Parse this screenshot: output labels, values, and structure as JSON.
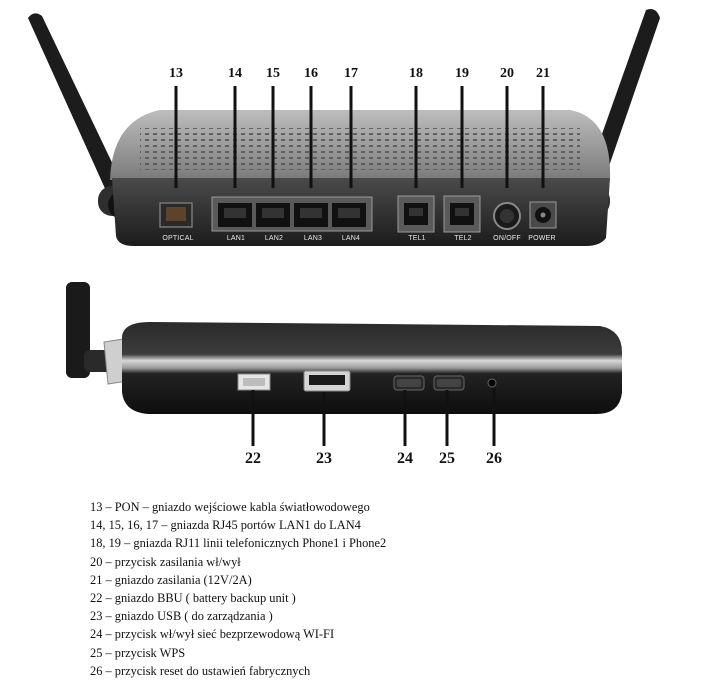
{
  "rear_view": {
    "callouts": [
      "13",
      "14",
      "15",
      "16",
      "17",
      "18",
      "19",
      "20",
      "21"
    ],
    "port_labels": [
      "OPTICAL",
      "LAN1",
      "LAN2",
      "LAN3",
      "LAN4",
      "TEL1",
      "TEL2",
      "ON/OFF",
      "POWER"
    ]
  },
  "side_view": {
    "callouts": [
      "22",
      "23",
      "24",
      "25",
      "26"
    ]
  },
  "legend": [
    "13 – PON – gniazdo wejściowe kabla światłowodowego",
    "14, 15, 16, 17 – gniazda RJ45 portów LAN1 do LAN4",
    "18, 19 – gniazda RJ11 linii telefonicznych Phone1 i Phone2",
    "20 – przycisk zasilania wł/wył",
    "21 – gniazdo zasilania (12V/2A)",
    "22 – gniazdo BBU ( battery backup unit )",
    "23 – gniazdo USB ( do zarządzania )",
    "24 – przycisk wł/wył sieć bezprzewodową WI-FI",
    "25 – przycisk WPS",
    "26 – przycisk reset do ustawień fabrycznych"
  ],
  "colors": {
    "device_body": "#3a3a3a",
    "device_top": "#8c8c8c",
    "antenna": "#1a1a1a",
    "silver_stripe": "#d4d4d4"
  }
}
